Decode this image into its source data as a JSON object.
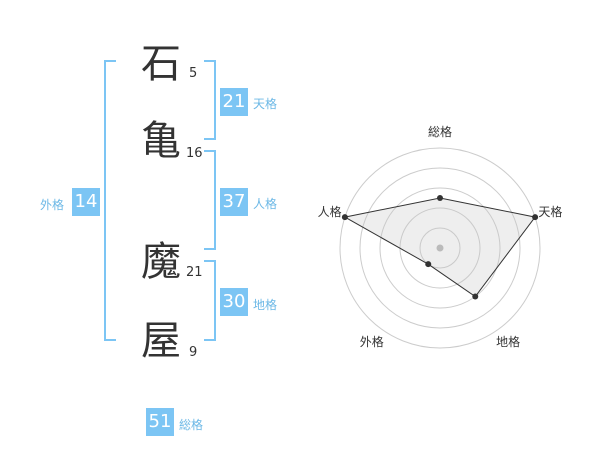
{
  "name": {
    "chars": [
      {
        "char": "石",
        "strokes": "5"
      },
      {
        "char": "亀",
        "strokes": "16"
      },
      {
        "char": "魔",
        "strokes": "21"
      },
      {
        "char": "屋",
        "strokes": "9"
      }
    ]
  },
  "fortunes": {
    "tenkaku": {
      "value": "21",
      "label": "天格"
    },
    "jinkaku": {
      "value": "37",
      "label": "人格"
    },
    "chikaku": {
      "value": "30",
      "label": "地格"
    },
    "gaikaku": {
      "value": "14",
      "label": "外格"
    },
    "soukaku": {
      "value": "51",
      "label": "総格"
    }
  },
  "colors": {
    "accent": "#7cc5f4",
    "text": "#333333"
  },
  "chart_data": {
    "type": "radar",
    "axes": [
      "総格",
      "天格",
      "地格",
      "外格",
      "人格"
    ],
    "values": [
      2.5,
      5,
      3,
      1,
      5
    ],
    "max": 5
  }
}
